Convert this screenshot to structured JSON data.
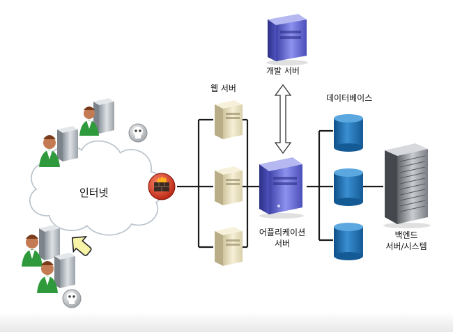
{
  "labels": {
    "dev_server": "개발 서버",
    "web_server": "웹 서버",
    "database": "데이터베이스",
    "internet": "인터넷",
    "app_server_line1": "어플리케이션",
    "app_server_line2": "서버",
    "backend_line1": "백엔드",
    "backend_line2": "서버/시스템"
  },
  "colors": {
    "line": "#1a1a1a",
    "dev_server": "#6c6fd6",
    "app_server": "#5a5fcc",
    "web_server": "#e8dfc2",
    "database": "#1f6fb0",
    "firewall": "#d23a2a",
    "user_shirt": "#2f9a3c",
    "user_face": "#c47a52",
    "cloud_fill": "#ffffff",
    "cloud_stroke": "#b9c2cc",
    "arrow_fill": "#f7f3a7"
  },
  "icons": {
    "firewall": "firewall-icon",
    "skull": "skull-icon",
    "cursor_arrow": "arrow-icon"
  }
}
